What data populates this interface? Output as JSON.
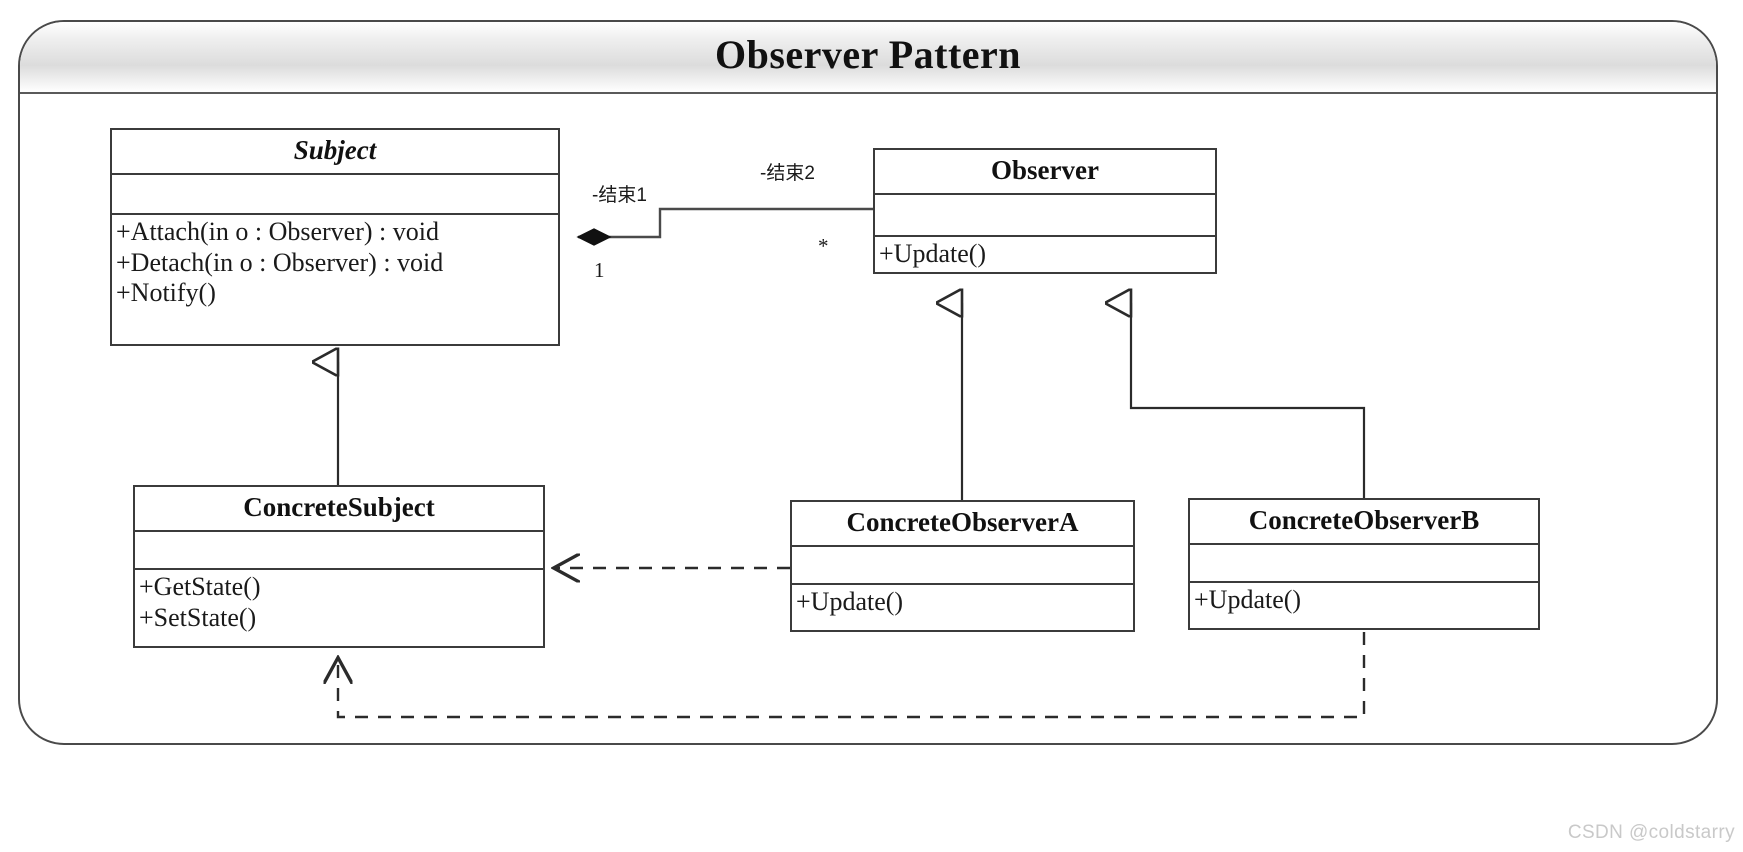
{
  "diagram": {
    "title": "Observer Pattern",
    "type": "uml-class-diagram",
    "watermark": "CSDN @coldstarry"
  },
  "classes": [
    {
      "id": "subject",
      "name": "Subject",
      "stereotype": "abstract",
      "attributes": [],
      "operations": [
        "+Attach(in o : Observer) : void",
        "+Detach(in o : Observer) : void",
        "+Notify()"
      ]
    },
    {
      "id": "observer",
      "name": "Observer",
      "stereotype": "interface",
      "attributes": [],
      "operations": [
        "+Update()"
      ]
    },
    {
      "id": "concrete-subject",
      "name": "ConcreteSubject",
      "stereotype": "concrete",
      "attributes": [],
      "operations": [
        "+GetState()",
        "+SetState()"
      ]
    },
    {
      "id": "concrete-observer-a",
      "name": "ConcreteObserverA",
      "stereotype": "concrete",
      "attributes": [],
      "operations": [
        "+Update()"
      ]
    },
    {
      "id": "concrete-observer-b",
      "name": "ConcreteObserverB",
      "stereotype": "concrete",
      "attributes": [],
      "operations": [
        "+Update()"
      ]
    }
  ],
  "relationships": [
    {
      "id": "subject-observes",
      "kind": "composition",
      "from": "subject",
      "to": "observer",
      "source_role": "-结束1",
      "target_role": "-结束2",
      "source_multiplicity": "1",
      "target_multiplicity": "*"
    },
    {
      "id": "cs-extends-subject",
      "kind": "generalization",
      "from": "concrete-subject",
      "to": "subject"
    },
    {
      "id": "coa-extends-observer",
      "kind": "generalization",
      "from": "concrete-observer-a",
      "to": "observer"
    },
    {
      "id": "cob-extends-observer",
      "kind": "generalization",
      "from": "concrete-observer-b",
      "to": "observer"
    },
    {
      "id": "coa-depends-cs",
      "kind": "dependency",
      "from": "concrete-observer-a",
      "to": "concrete-subject"
    },
    {
      "id": "cob-depends-cs",
      "kind": "dependency",
      "from": "concrete-observer-b",
      "to": "concrete-subject"
    }
  ],
  "edge_labels": {
    "end1": "-结束1",
    "end2": "-结束2",
    "one": "1",
    "star": "*"
  }
}
